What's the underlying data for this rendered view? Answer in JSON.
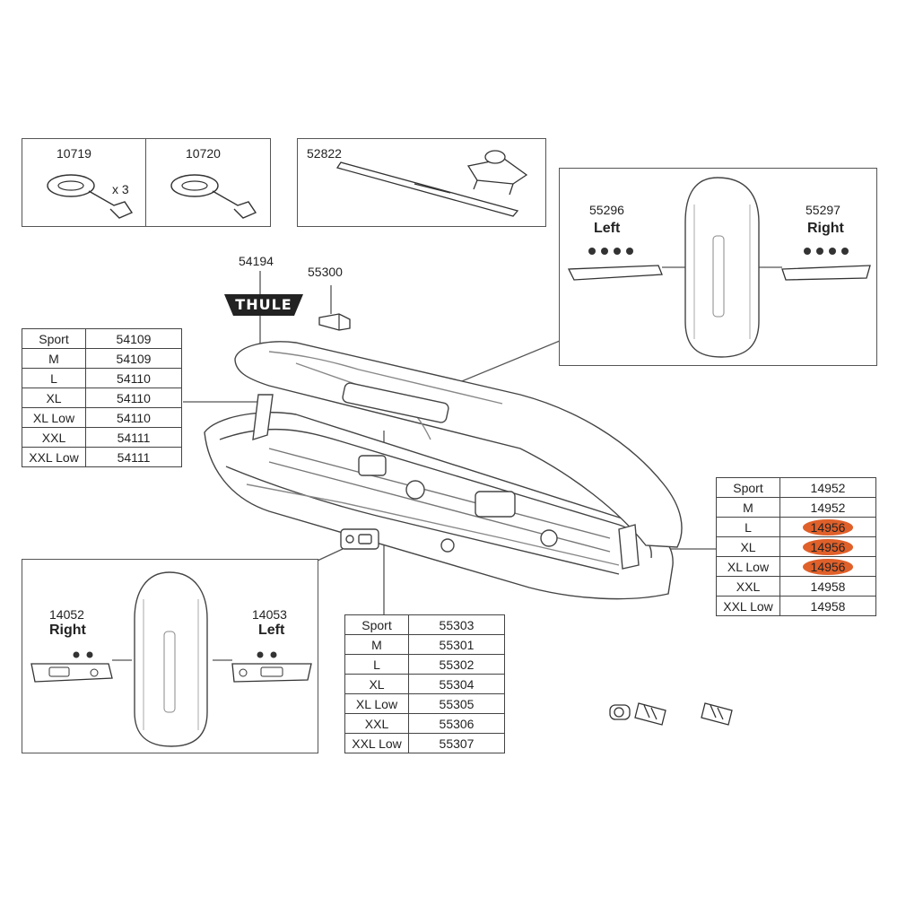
{
  "top_kits": {
    "strap_a": {
      "part": "10719",
      "qty": "x 3"
    },
    "strap_b": {
      "part": "10720"
    },
    "mount": {
      "part": "52822"
    }
  },
  "hinge_box": {
    "left": {
      "part": "55296",
      "side": "Left"
    },
    "right": {
      "part": "55297",
      "side": "Right"
    }
  },
  "logo": {
    "part": "54194",
    "text": "THULE"
  },
  "clip": {
    "part": "55300"
  },
  "rear_box": {
    "right": {
      "part": "14052",
      "side": "Right"
    },
    "left": {
      "part": "14053",
      "side": "Left"
    }
  },
  "table_lid": {
    "rows": [
      {
        "size": "Sport",
        "part": "54109"
      },
      {
        "size": "M",
        "part": "54109"
      },
      {
        "size": "L",
        "part": "54110"
      },
      {
        "size": "XL",
        "part": "54110"
      },
      {
        "size": "XL Low",
        "part": "54110"
      },
      {
        "size": "XXL",
        "part": "54111"
      },
      {
        "size": "XXL Low",
        "part": "54111"
      }
    ]
  },
  "table_mid": {
    "rows": [
      {
        "size": "Sport",
        "part": "55303"
      },
      {
        "size": "M",
        "part": "55301"
      },
      {
        "size": "L",
        "part": "55302"
      },
      {
        "size": "XL",
        "part": "55304"
      },
      {
        "size": "XL Low",
        "part": "55305"
      },
      {
        "size": "XXL",
        "part": "55306"
      },
      {
        "size": "XXL Low",
        "part": "55307"
      }
    ]
  },
  "table_right": {
    "highlight_color": "#e0602a",
    "rows": [
      {
        "size": "Sport",
        "part": "14952",
        "highlighted": false
      },
      {
        "size": "M",
        "part": "14952",
        "highlighted": false
      },
      {
        "size": "L",
        "part": "14956",
        "highlighted": true
      },
      {
        "size": "XL",
        "part": "14956",
        "highlighted": true
      },
      {
        "size": "XL Low",
        "part": "14956",
        "highlighted": true
      },
      {
        "size": "XXL",
        "part": "14958",
        "highlighted": false
      },
      {
        "size": "XXL Low",
        "part": "14958",
        "highlighted": false
      }
    ]
  }
}
